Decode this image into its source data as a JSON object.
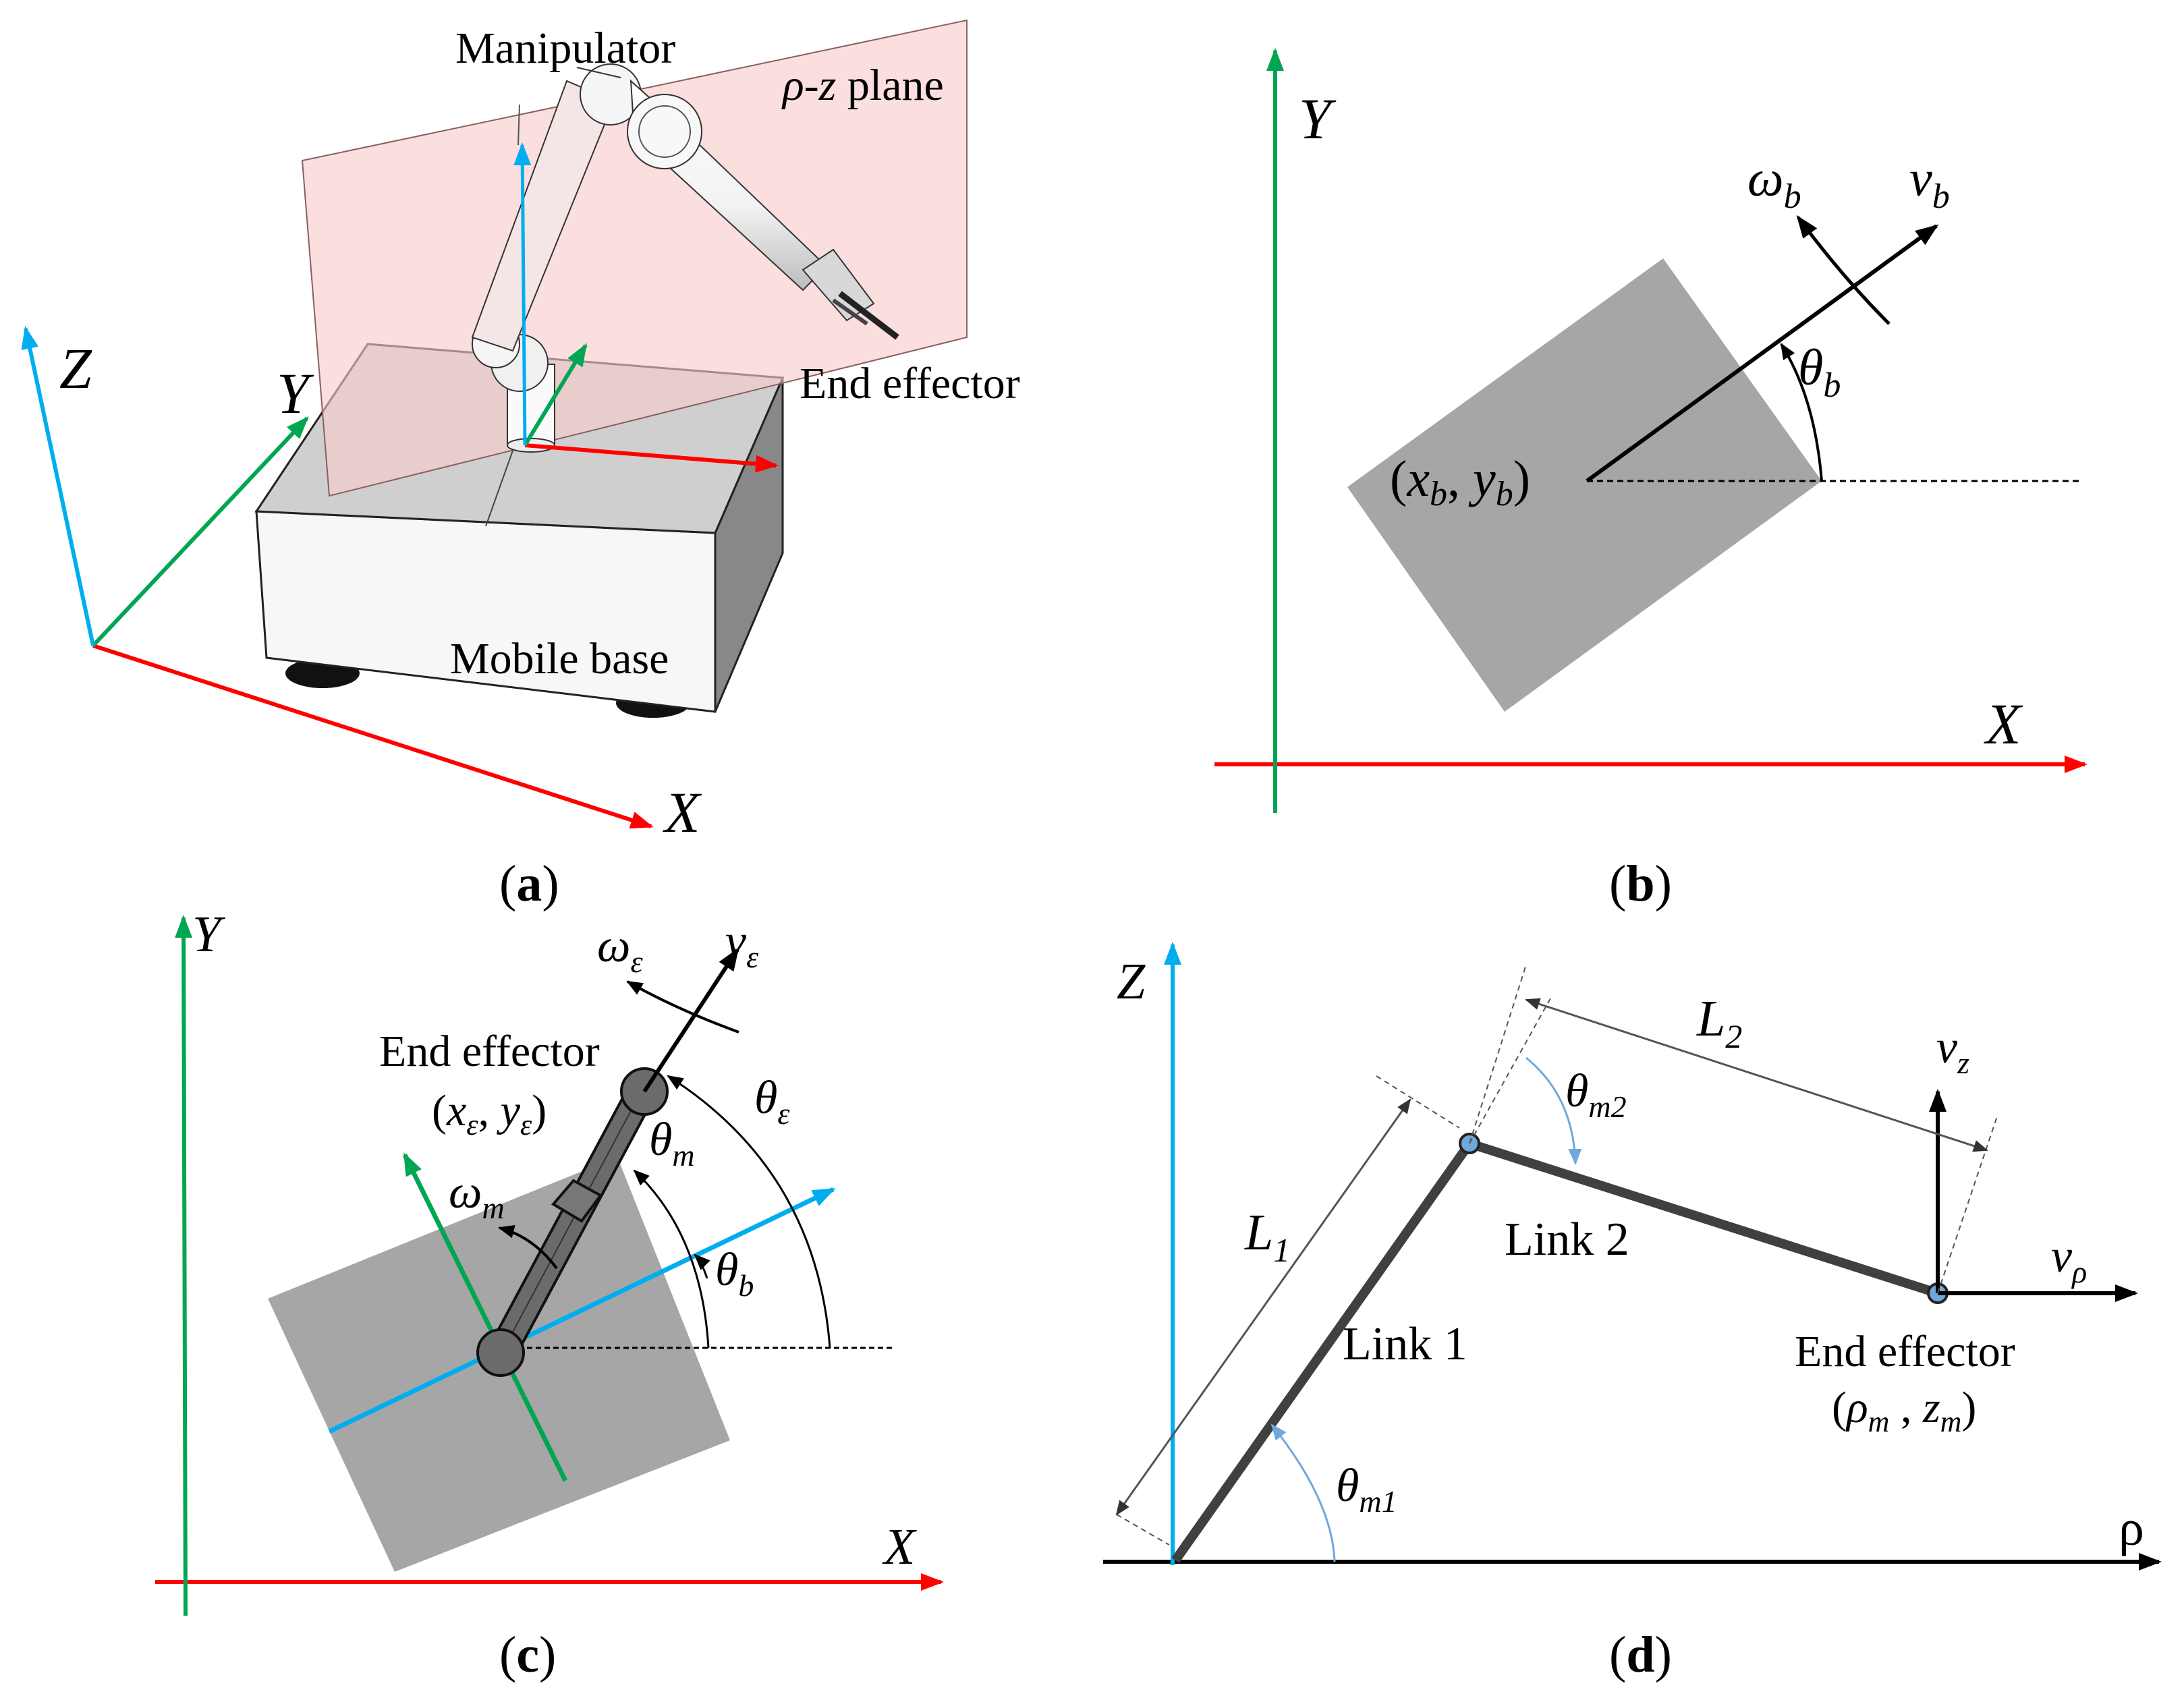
{
  "panels": {
    "a": {
      "caption_open": "(",
      "caption_letter": "a",
      "caption_close": ")",
      "labels": {
        "manipulator": "Manipulator",
        "plane_rho": "ρ",
        "plane_dash": "-",
        "plane_z": "z",
        "plane_word": " plane",
        "end_effector": "End effector",
        "mobile_base": "Mobile base"
      },
      "axes": {
        "x": "X",
        "y": "Y",
        "z": "Z"
      }
    },
    "b": {
      "caption_open": "(",
      "caption_letter": "b",
      "caption_close": ")",
      "axes": {
        "x": "X",
        "y": "Y"
      },
      "omega": "ω",
      "omega_sub": "b",
      "v": "v",
      "v_sub": "b",
      "theta": "θ",
      "theta_sub": "b",
      "pos_open": "(",
      "pos_x": "x",
      "pos_x_sub": "b",
      "pos_comma": ", ",
      "pos_y": "y",
      "pos_y_sub": "b",
      "pos_close": ")"
    },
    "c": {
      "caption_open": "(",
      "caption_letter": "c",
      "caption_close": ")",
      "axes": {
        "x": "X",
        "y": "Y"
      },
      "end_effector": "End effector",
      "omega_e": "ω",
      "omega_e_sub": "ε",
      "v_e": "v",
      "v_e_sub": "ε",
      "theta_e": "θ",
      "theta_e_sub": "ε",
      "theta_m": "θ",
      "theta_m_sub": "m",
      "theta_b": "θ",
      "theta_b_sub": "b",
      "omega_m": "ω",
      "omega_m_sub": "m",
      "pos_open": "(",
      "pos_x": "x",
      "pos_x_sub": "ε",
      "pos_comma": ", ",
      "pos_y": "y",
      "pos_y_sub": "ε",
      "pos_close": ")"
    },
    "d": {
      "caption_open": "(",
      "caption_letter": "d",
      "caption_close": ")",
      "axes": {
        "z": "Z",
        "rho": "ρ"
      },
      "link1": "Link 1",
      "link2": "Link 2",
      "end_effector": "End effector",
      "L1": "L",
      "L1_sub": "1",
      "L2": "L",
      "L2_sub": "2",
      "theta_m1": "θ",
      "theta_m1_sub": "m1",
      "theta_m2": "θ",
      "theta_m2_sub": "m2",
      "v_z": "v",
      "v_z_sub": "z",
      "v_rho": "v",
      "v_rho_sub": "ρ",
      "pos_open": "(",
      "pos_rho": "ρ",
      "pos_rho_sub": "m",
      "pos_comma": " , ",
      "pos_z": "z",
      "pos_z_sub": "m",
      "pos_close": ")"
    }
  },
  "colors": {
    "x_axis": "#ff0000",
    "y_axis": "#00a651",
    "z_axis": "#00aeef",
    "body_gray": "#a6a6a6",
    "plane_pink": "#f8caca",
    "joint_blue": "#6fa8dc",
    "angle_blue": "#6fa8dc"
  }
}
